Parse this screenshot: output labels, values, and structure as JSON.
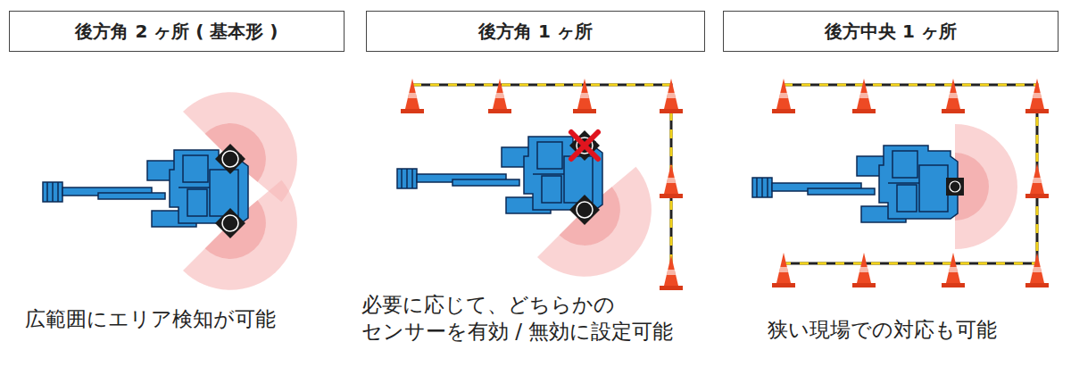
{
  "diagram": {
    "nodes": [
      {
        "text": [
          "後方角 2 ヶ所 ( 基本形 )"
        ]
      },
      {
        "text": [
          "後方角 1 ヶ所"
        ]
      },
      {
        "text": [
          "後方中央 1 ヶ所"
        ]
      }
    ],
    "labels": [
      "広範囲にエリア検知が可能",
      "必要に応じて、どちらかの センサーを有効 / 無効に設定可能",
      "狭い現場での対応も可能"
    ]
  }
}
